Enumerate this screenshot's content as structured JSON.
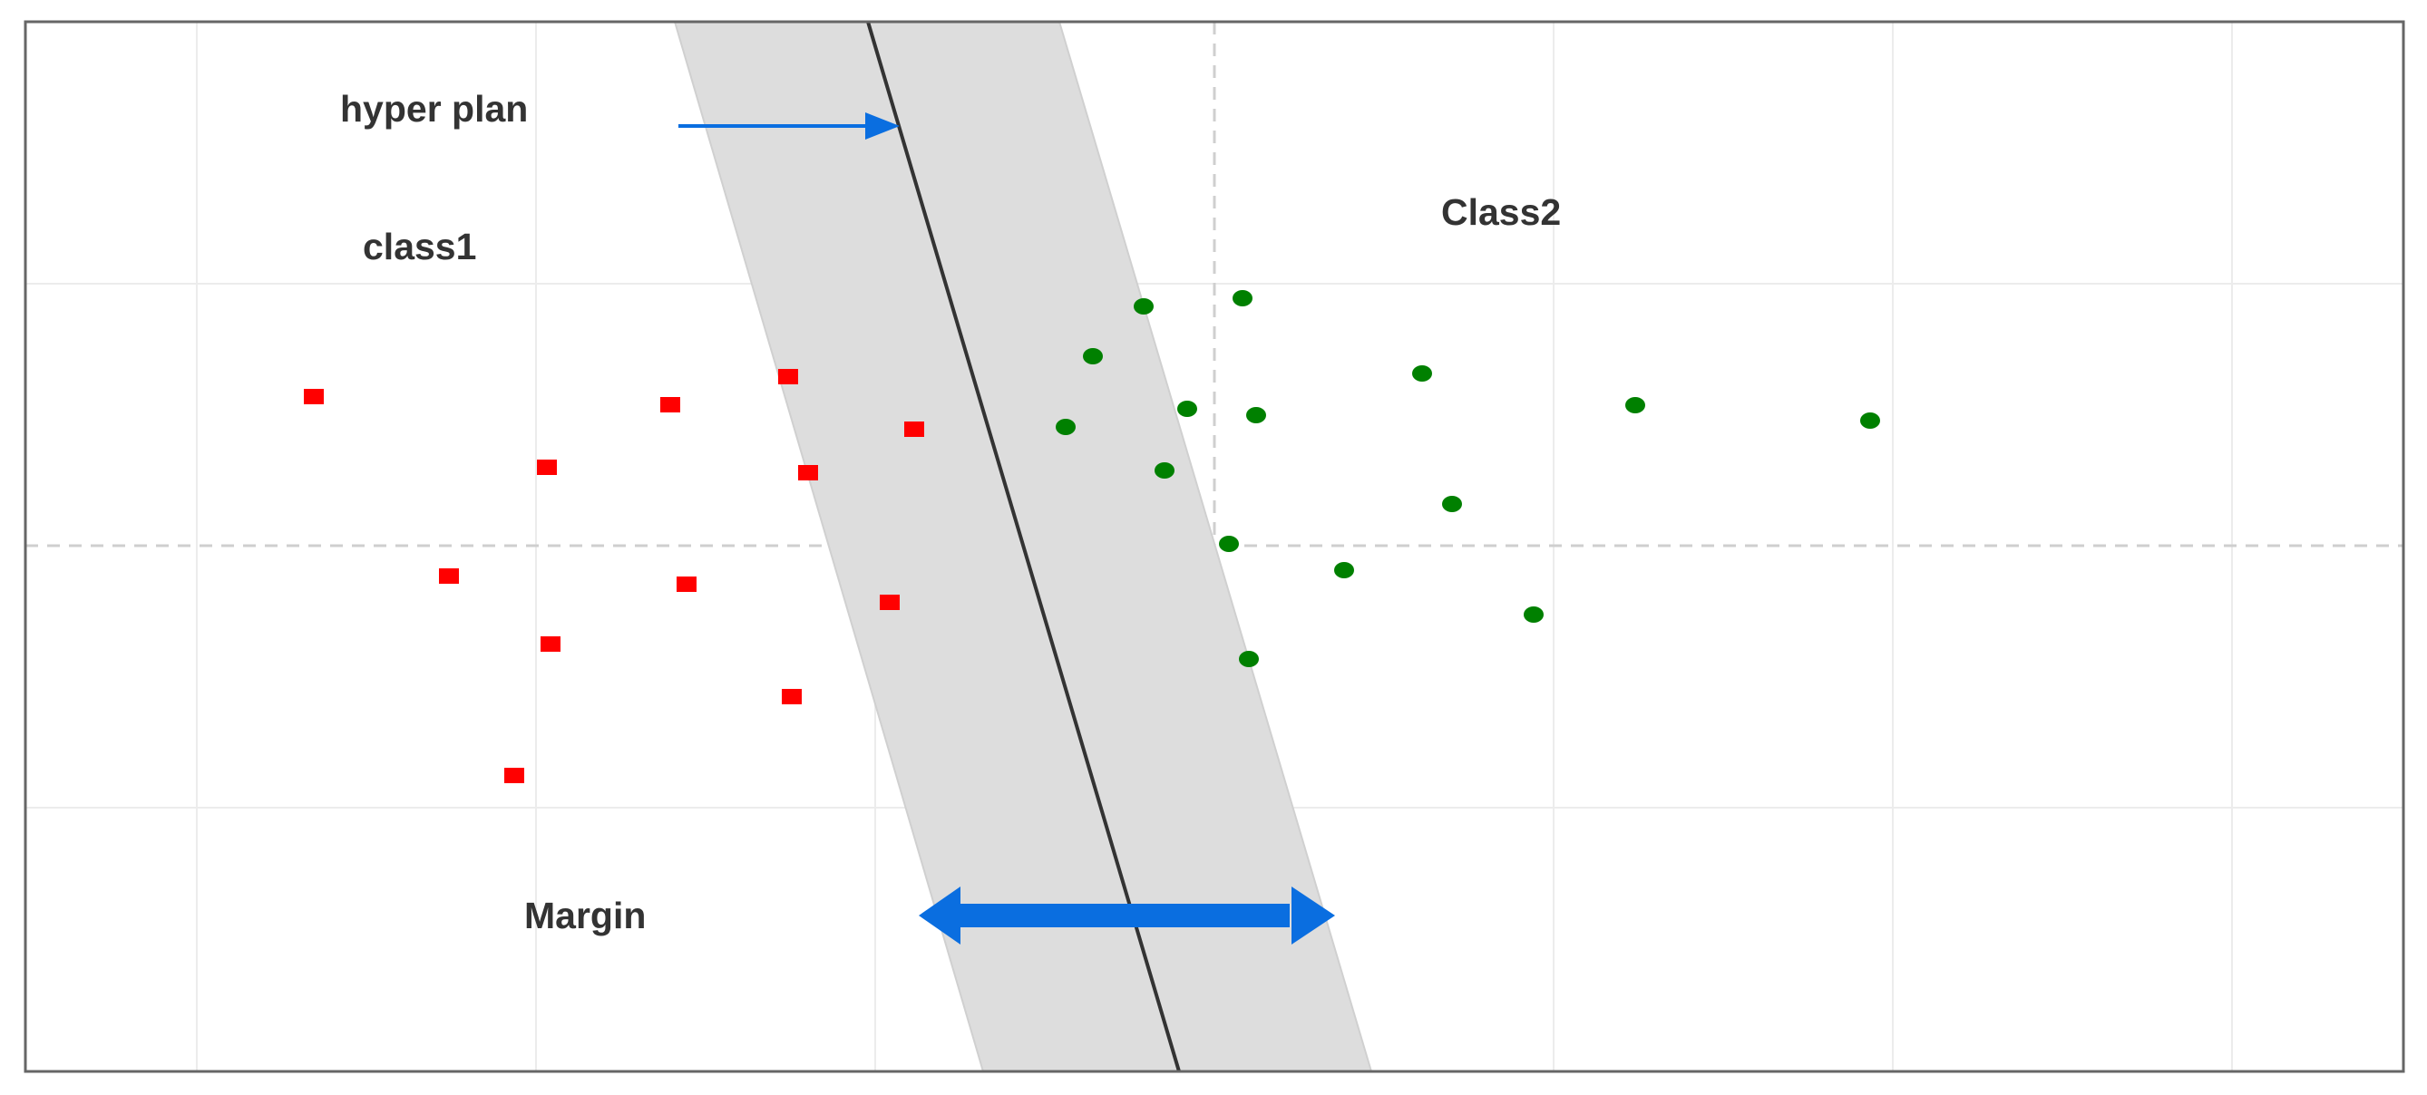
{
  "labels": {
    "hyperplane": "hyper plan",
    "class1": "class1",
    "class2": "Class2",
    "margin": "Margin"
  },
  "colors": {
    "class1_marker": "#ff0000",
    "class2_marker": "#008000",
    "margin_band": "#dddddd",
    "arrow": "#0a6ee0",
    "hyperplane_line": "#333333",
    "frame": "#666666"
  },
  "icons": {
    "class1_marker": "red-square-marker",
    "class2_marker": "green-circle-marker",
    "margin_arrow": "double-headed-arrow-icon",
    "hyperplane_pointer": "right-arrow-icon"
  }
}
